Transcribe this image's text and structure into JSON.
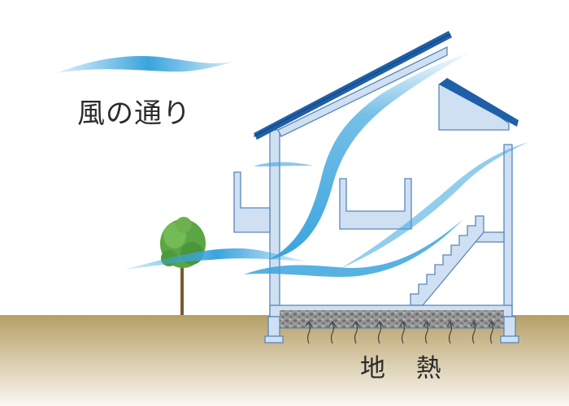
{
  "labels": {
    "wind": "風の通り",
    "geothermal": "地 熱"
  },
  "colors": {
    "house_fill": "#cfe0f3",
    "house_line": "#5a87b8",
    "roof": "#1f5fa8",
    "wind_stream": "#3aa4dd",
    "ground": "#b69f66",
    "gravel": "#8e8e8e",
    "heat_arrow": "#444444",
    "tree": "#5aa544",
    "trunk": "#7a5a2e"
  },
  "heat_arrow_count": 9
}
